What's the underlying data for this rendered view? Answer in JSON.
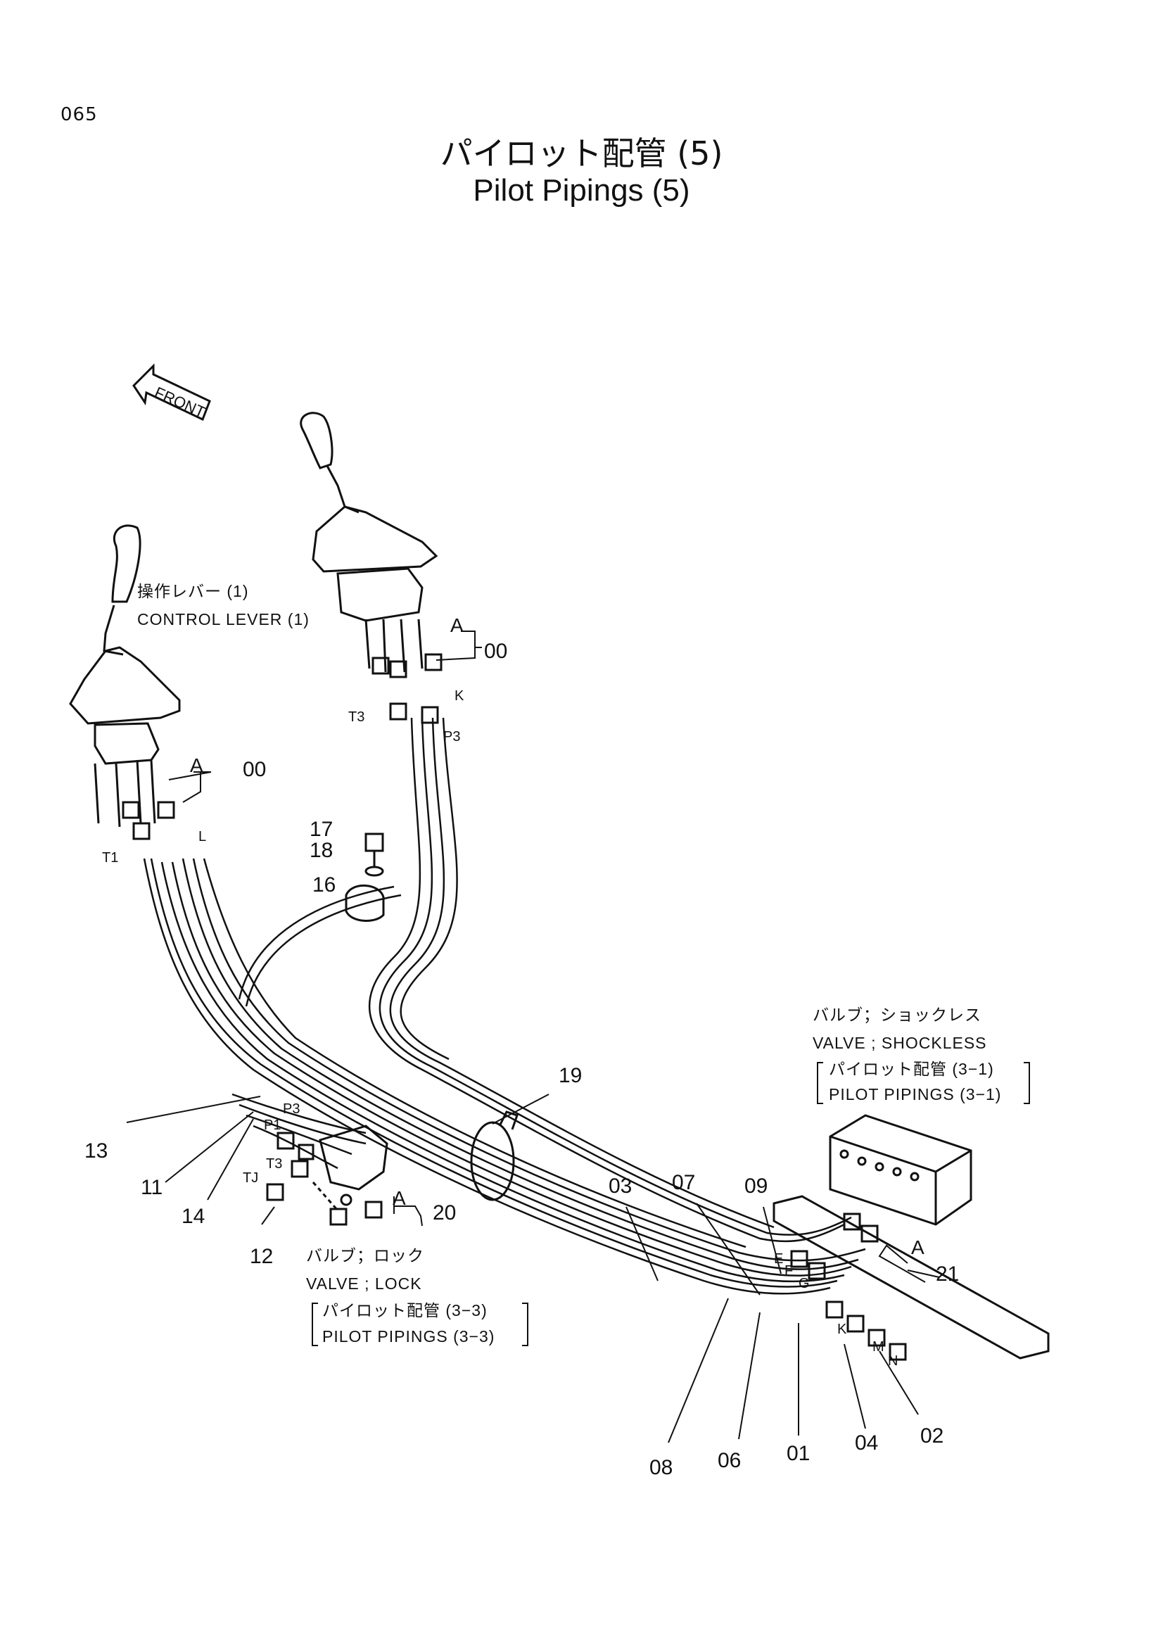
{
  "page_number": "065",
  "title_jp": "パイロット配管 (5)",
  "title_en": "Pilot Pipings (5)",
  "front_label": "FRONT",
  "notes": {
    "control_lever_jp": "操作レバー (1)",
    "control_lever_en": "CONTROL LEVER (1)",
    "valve_shockless_jp": "バルブ；ショックレス",
    "valve_shockless_en": "VALVE ; SHOCKLESS",
    "ref_31_jp": "パイロット配管 (3−1)",
    "ref_31_en": "PILOT PIPINGS (3−1)",
    "valve_lock_jp": "バルブ；ロック",
    "valve_lock_en": "VALVE ; LOCK",
    "ref_33_jp": "パイロット配管 (3−3)",
    "ref_33_en": "PILOT PIPINGS (3−3)"
  },
  "part_numbers": {
    "p00": "00",
    "p01": "01",
    "p02": "02",
    "p03": "03",
    "p04": "04",
    "p06": "06",
    "p07": "07",
    "p08": "08",
    "p09": "09",
    "p11": "11",
    "p12": "12",
    "p13": "13",
    "p14": "14",
    "p16": "16",
    "p17": "17",
    "p18": "18",
    "p19": "19",
    "p20": "20",
    "p21": "21"
  },
  "port_labels": {
    "A": "A",
    "K": "K",
    "L": "L",
    "T1": "T1",
    "T3": "T3",
    "P3": "P3",
    "P1": "P1",
    "TJ": "TJ",
    "E": "E",
    "F": "F",
    "G": "G",
    "M": "M",
    "N": "N"
  }
}
